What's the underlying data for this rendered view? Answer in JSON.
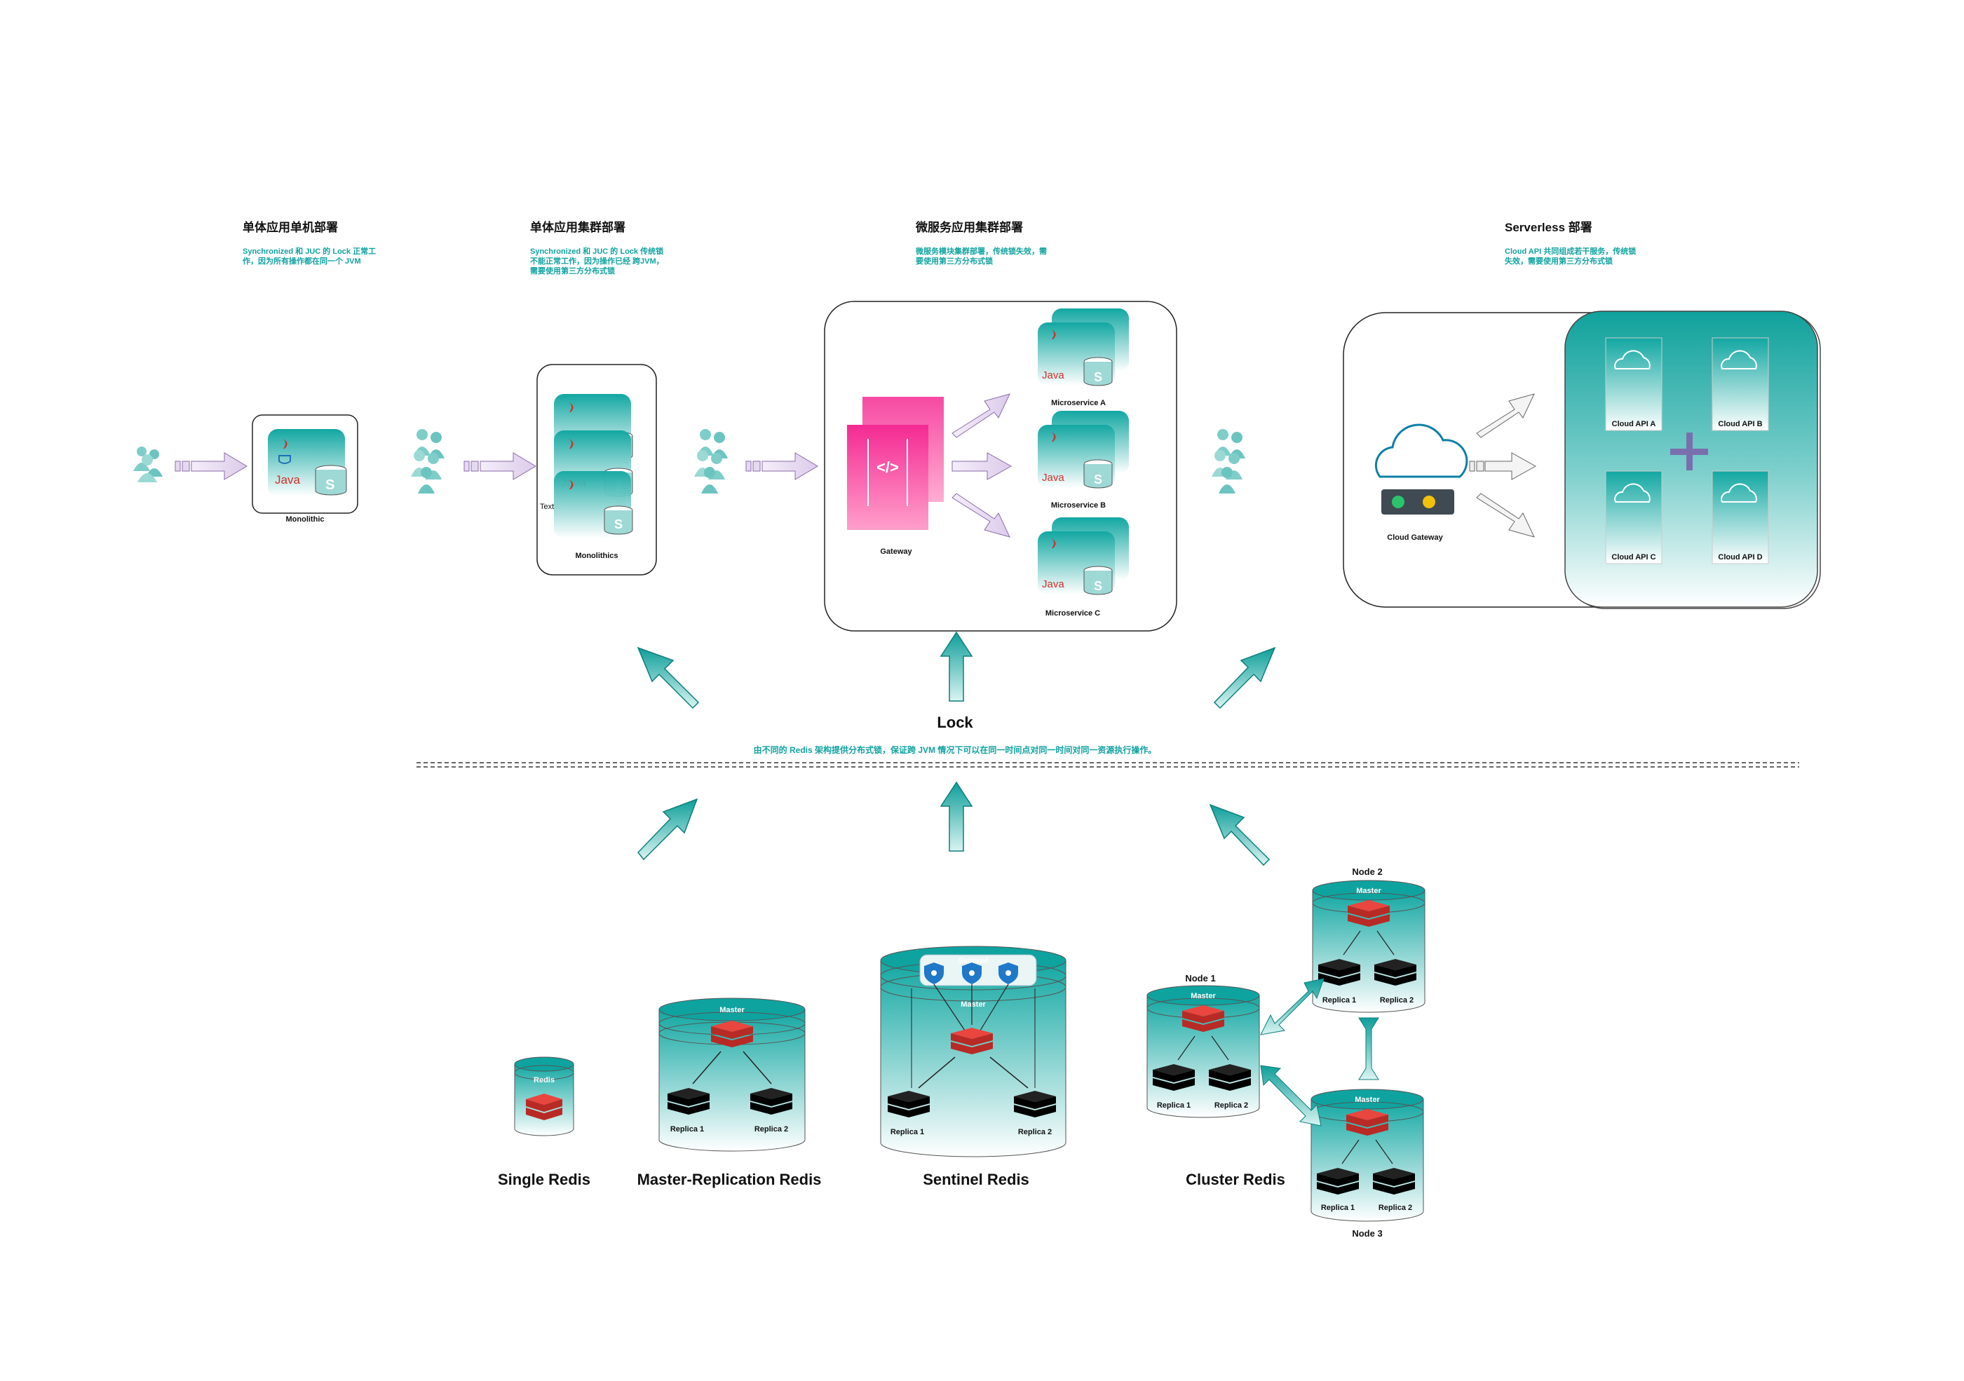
{
  "stages": [
    {
      "title": "单体应用单机部署",
      "desc": [
        "Synchronized 和 JUC 的 Lock 正常工",
        "作，因为所有操作都在同一个 JVM"
      ]
    },
    {
      "title": "单体应用集群部署",
      "desc": [
        "Synchronized 和 JUC 的 Lock 传统锁",
        "不能正常工作，因为操作已经 跨JVM，",
        "需要使用第三方分布式锁"
      ]
    },
    {
      "title": "微服务应用集群部署",
      "desc": [
        "微服务模块集群部署，传统锁失效，需",
        "要使用第三方分布式锁"
      ]
    },
    {
      "title": "Serverless 部署",
      "desc": [
        "Cloud API 共同组成若干服务，传统锁",
        "失效，需要使用第三方分布式锁"
      ]
    }
  ],
  "labels": {
    "monolithic": "Monolithic",
    "monolithics": "Monolithics",
    "text": "Text",
    "gateway": "Gateway",
    "microservice_a": "Microservice A",
    "microservice_b": "Microservice B",
    "microservice_c": "Microservice C",
    "cloud_gateway": "Cloud Gateway",
    "cloud_apis": [
      "Cloud API A",
      "Cloud API B",
      "Cloud API C",
      "Cloud API D"
    ],
    "java": "Java",
    "s": "S"
  },
  "lock": {
    "title": "Lock",
    "desc": "由不同的 Redis 架构提供分布式锁，保证跨 JVM 情况下可以在同一时间点对同一时间对同一资源执行操作。"
  },
  "redis": {
    "single": {
      "title": "Single Redis",
      "label": "Redis"
    },
    "master_replication": {
      "title": "Master-Replication Redis",
      "master": "Master",
      "replica1": "Replica 1",
      "replica2": "Replica 2"
    },
    "sentinel": {
      "title": "Sentinel Redis",
      "sentinel": "Sentinel",
      "master": "Master",
      "replica1": "Replica 1",
      "replica2": "Replica 2"
    },
    "cluster": {
      "title": "Cluster Redis",
      "node1": "Node 1",
      "node2": "Node 2",
      "node3": "Node 3",
      "master": "Master",
      "replica1": "Replica 1",
      "replica2": "Replica 2"
    }
  },
  "colors": {
    "teal": "#0fa3a0",
    "teal_light": "#d9f3f1",
    "purple_light": "#e6daf0",
    "purple_stroke": "#8a6aa8",
    "magenta": "#f0359a",
    "redis_red": "#d2302c"
  }
}
